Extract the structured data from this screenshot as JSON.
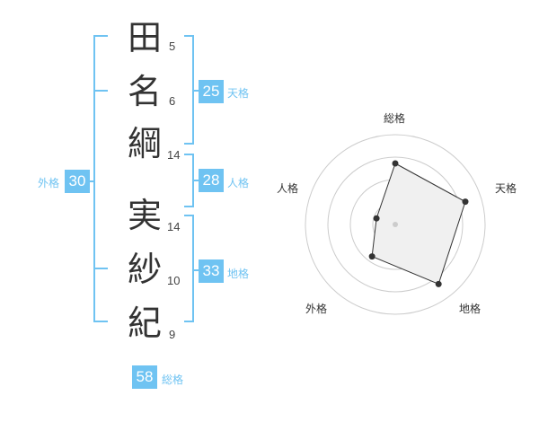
{
  "name": {
    "chars": [
      {
        "char": "田",
        "strokes": "5"
      },
      {
        "char": "名",
        "strokes": "6"
      },
      {
        "char": "綱",
        "strokes": "14"
      },
      {
        "char": "実",
        "strokes": "14"
      },
      {
        "char": "紗",
        "strokes": "10"
      },
      {
        "char": "紀",
        "strokes": "9"
      }
    ]
  },
  "kakusu": {
    "tenkaku": {
      "value": "25",
      "label": "天格"
    },
    "jinkaku": {
      "value": "28",
      "label": "人格"
    },
    "chikaku": {
      "value": "33",
      "label": "地格"
    },
    "gaikaku": {
      "value": "30",
      "label": "外格"
    },
    "soukaku": {
      "value": "58",
      "label": "総格"
    }
  },
  "radar": {
    "axes": [
      "総格",
      "天格",
      "地格",
      "外格",
      "人格"
    ],
    "values": [
      0.68,
      0.82,
      0.82,
      0.44,
      0.22
    ],
    "colors": {
      "fill": "#f0f0f0",
      "line": "#333333",
      "grid": "#cccccc",
      "center": "#cccccc"
    }
  },
  "colors": {
    "bracket": "#6fc3f2",
    "badge": "#6fc3f2"
  }
}
